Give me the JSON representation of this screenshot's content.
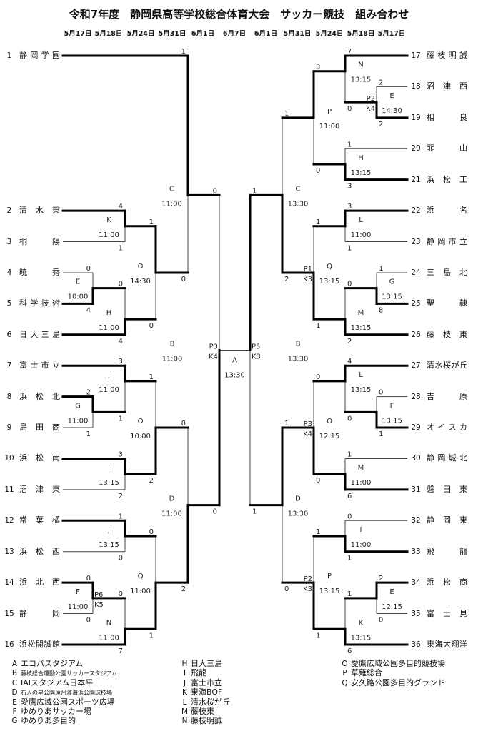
{
  "title": "令和7年度　静岡県高等学校総合体育大会　サッカー競技　組み合わせ",
  "dates": [
    "5月17日",
    "5月18日",
    "5月24日",
    "5月31日",
    "6月1日",
    "6月7日",
    "6月1日",
    "5月31日",
    "5月24日",
    "5月18日",
    "5月17日"
  ],
  "teams": [
    {
      "no": "1",
      "name": "静岡学園"
    },
    {
      "no": "2",
      "name": "清水東"
    },
    {
      "no": "3",
      "name": "桐陽"
    },
    {
      "no": "4",
      "name": "暁秀"
    },
    {
      "no": "5",
      "name": "科学技術"
    },
    {
      "no": "6",
      "name": "日大三島"
    },
    {
      "no": "7",
      "name": "富士市立"
    },
    {
      "no": "8",
      "name": "浜松北"
    },
    {
      "no": "9",
      "name": "島田商"
    },
    {
      "no": "10",
      "name": "浜松南"
    },
    {
      "no": "11",
      "name": "沼津東"
    },
    {
      "no": "12",
      "name": "常葉橘"
    },
    {
      "no": "13",
      "name": "浜松西"
    },
    {
      "no": "14",
      "name": "浜北西"
    },
    {
      "no": "15",
      "name": "静岡"
    },
    {
      "no": "16",
      "name": "浜松開誠館"
    },
    {
      "no": "17",
      "name": "藤枝明誠"
    },
    {
      "no": "18",
      "name": "沼津西"
    },
    {
      "no": "19",
      "name": "相良"
    },
    {
      "no": "20",
      "name": "韮山"
    },
    {
      "no": "21",
      "name": "浜松工"
    },
    {
      "no": "22",
      "name": "浜名"
    },
    {
      "no": "23",
      "name": "静岡市立"
    },
    {
      "no": "24",
      "name": "三島北"
    },
    {
      "no": "25",
      "name": "聖隷"
    },
    {
      "no": "26",
      "name": "藤枝東"
    },
    {
      "no": "27",
      "name": "清水桜が丘"
    },
    {
      "no": "28",
      "name": "吉原"
    },
    {
      "no": "29",
      "name": "オイスカ"
    },
    {
      "no": "30",
      "name": "静岡城北"
    },
    {
      "no": "31",
      "name": "磐田東"
    },
    {
      "no": "32",
      "name": "静岡東"
    },
    {
      "no": "33",
      "name": "飛龍"
    },
    {
      "no": "34",
      "name": "浜松商"
    },
    {
      "no": "35",
      "name": "富士見"
    },
    {
      "no": "36",
      "name": "東海大翔洋"
    }
  ],
  "matches": [
    {
      "id": "l-e",
      "venue": "E",
      "time": "10:00",
      "top": {
        "team": 4,
        "score": "0"
      },
      "bottom": {
        "team": 5,
        "score": "4"
      },
      "winner": "bottom"
    },
    {
      "id": "l-k",
      "venue": "K",
      "time": "11:00",
      "top": {
        "team": 2,
        "score": "4"
      },
      "bottom": {
        "team": 3,
        "score": "1"
      },
      "winner": "top"
    },
    {
      "id": "l-h",
      "venue": "H",
      "time": "11:00",
      "top": {
        "from": "l-e",
        "score": "0"
      },
      "bottom": {
        "team": 6,
        "score": "4"
      },
      "winner": "bottom"
    },
    {
      "id": "l-o1",
      "venue": "O",
      "time": "14:30",
      "top": {
        "from": "l-k",
        "score": "1"
      },
      "bottom": {
        "from": "l-h",
        "score": "0"
      },
      "winner": "top"
    },
    {
      "id": "l-c",
      "venue": "C",
      "time": "11:00",
      "top": {
        "team": 1,
        "score": "1"
      },
      "bottom": {
        "from": "l-o1",
        "score": "0"
      },
      "winner": "top"
    },
    {
      "id": "l-g",
      "venue": "G",
      "time": "11:00",
      "top": {
        "team": 8,
        "score": "2"
      },
      "bottom": {
        "team": 9,
        "score": "1"
      },
      "winner": "top"
    },
    {
      "id": "l-j1",
      "venue": "J",
      "time": "11:00",
      "top": {
        "team": 7,
        "score": "3"
      },
      "bottom": {
        "from": "l-g",
        "score": "1"
      },
      "winner": "top"
    },
    {
      "id": "l-i",
      "venue": "I",
      "time": "13:15",
      "top": {
        "team": 10,
        "score": "3"
      },
      "bottom": {
        "team": 11,
        "score": "2"
      },
      "winner": "top"
    },
    {
      "id": "l-o2",
      "venue": "O",
      "time": "10:00",
      "top": {
        "from": "l-j1",
        "score": "1"
      },
      "bottom": {
        "from": "l-i",
        "score": "2"
      },
      "winner": "bottom"
    },
    {
      "id": "l-j2",
      "venue": "J",
      "time": "13:15",
      "top": {
        "team": 12,
        "score": "1"
      },
      "bottom": {
        "team": 13,
        "score": "0"
      },
      "winner": "top"
    },
    {
      "id": "l-f",
      "venue": "F",
      "time": "11:00",
      "top": {
        "team": 14,
        "score": "0"
      },
      "bottom": {
        "team": 15,
        "score": "0"
      },
      "pk": [
        "P6",
        "K5"
      ],
      "winner": "top"
    },
    {
      "id": "l-n",
      "venue": "N",
      "time": "11:00",
      "top": {
        "from": "l-f",
        "score": "0"
      },
      "bottom": {
        "team": 16,
        "score": "7"
      },
      "winner": "bottom"
    },
    {
      "id": "l-q",
      "venue": "Q",
      "time": "11:00",
      "top": {
        "from": "l-j2",
        "score": "0"
      },
      "bottom": {
        "from": "l-n",
        "score": "1"
      },
      "winner": "bottom"
    },
    {
      "id": "l-d",
      "venue": "D",
      "time": "11:00",
      "top": {
        "from": "l-o2",
        "score": "0"
      },
      "bottom": {
        "from": "l-q",
        "score": "2"
      },
      "winner": "bottom"
    },
    {
      "id": "l-b",
      "venue": "B",
      "time": "11:00",
      "top": {
        "from": "l-c",
        "score": "0"
      },
      "bottom": {
        "from": "l-d",
        "score": "0"
      },
      "pk": [
        "P3",
        "K4"
      ],
      "winner": "bottom"
    },
    {
      "id": "r-e1",
      "venue": "E",
      "time": "14:30",
      "top": {
        "team": 18,
        "score": "2"
      },
      "bottom": {
        "team": 19,
        "score": "2"
      },
      "pk": [
        "P2",
        "K4"
      ],
      "winner": "bottom"
    },
    {
      "id": "r-n",
      "venue": "N",
      "time": "13:15",
      "top": {
        "team": 17,
        "score": "7"
      },
      "bottom": {
        "from": "r-e1",
        "score": "0"
      },
      "winner": "top"
    },
    {
      "id": "r-h",
      "venue": "H",
      "time": "13:15",
      "top": {
        "team": 20,
        "score": "1"
      },
      "bottom": {
        "team": 21,
        "score": "3"
      },
      "winner": "bottom"
    },
    {
      "id": "r-p1",
      "venue": "P",
      "time": "11:00",
      "top": {
        "from": "r-n",
        "score": "3"
      },
      "bottom": {
        "from": "r-h",
        "score": "0"
      },
      "winner": "top"
    },
    {
      "id": "r-l1",
      "venue": "L",
      "time": "11:00",
      "top": {
        "team": 22,
        "score": "3"
      },
      "bottom": {
        "team": 23,
        "score": "1"
      },
      "winner": "top"
    },
    {
      "id": "r-g",
      "venue": "G",
      "time": "13:15",
      "top": {
        "team": 24,
        "score": "1"
      },
      "bottom": {
        "team": 25,
        "score": "8"
      },
      "winner": "bottom"
    },
    {
      "id": "r-m1",
      "venue": "M",
      "time": "13:15",
      "top": {
        "from": "r-g",
        "score": "0"
      },
      "bottom": {
        "team": 26,
        "score": "2"
      },
      "winner": "bottom"
    },
    {
      "id": "r-q",
      "venue": "Q",
      "time": "13:15",
      "top": {
        "from": "r-l1",
        "score": "1"
      },
      "bottom": {
        "from": "r-m1",
        "score": "1"
      },
      "pk": [
        "P1",
        "K3"
      ],
      "winner": "bottom"
    },
    {
      "id": "r-c",
      "venue": "C",
      "time": "13:30",
      "top": {
        "from": "r-p1",
        "score": "1"
      },
      "bottom": {
        "from": "r-q",
        "score": "2"
      },
      "winner": "bottom"
    },
    {
      "id": "r-f",
      "venue": "F",
      "time": "13:15",
      "top": {
        "team": 28,
        "score": "0"
      },
      "bottom": {
        "team": 29,
        "score": "1"
      },
      "winner": "bottom"
    },
    {
      "id": "r-l2",
      "venue": "L",
      "time": "13:15",
      "top": {
        "team": 27,
        "score": "4"
      },
      "bottom": {
        "from": "r-f",
        "score": "0"
      },
      "winner": "top"
    },
    {
      "id": "r-m2",
      "venue": "M",
      "time": "11:00",
      "top": {
        "team": 30,
        "score": "1"
      },
      "bottom": {
        "team": 31,
        "score": "6"
      },
      "winner": "bottom"
    },
    {
      "id": "r-o",
      "venue": "O",
      "time": "12:15",
      "top": {
        "from": "r-l2",
        "score": "0"
      },
      "bottom": {
        "from": "r-m2",
        "score": "0"
      },
      "pk": [
        "P3",
        "K4"
      ],
      "winner": "bottom"
    },
    {
      "id": "r-i",
      "venue": "I",
      "time": "11:00",
      "top": {
        "team": 32,
        "score": "0"
      },
      "bottom": {
        "team": 33,
        "score": "1"
      },
      "winner": "bottom"
    },
    {
      "id": "r-e2",
      "venue": "E",
      "time": "12:15",
      "top": {
        "team": 34,
        "score": "2"
      },
      "bottom": {
        "team": 35,
        "score": "0"
      },
      "winner": "top"
    },
    {
      "id": "r-k",
      "venue": "K",
      "time": "13:15",
      "top": {
        "from": "r-e2",
        "score": "1"
      },
      "bottom": {
        "team": 36,
        "score": "6"
      },
      "winner": "bottom"
    },
    {
      "id": "r-p2",
      "venue": "P",
      "time": "13:15",
      "top": {
        "from": "r-i",
        "score": "1"
      },
      "bottom": {
        "from": "r-k",
        "score": "1"
      },
      "pk": [
        "P2",
        "K3"
      ],
      "winner": "bottom"
    },
    {
      "id": "r-d",
      "venue": "D",
      "time": "13:30",
      "top": {
        "from": "r-o",
        "score": "1"
      },
      "bottom": {
        "from": "r-p2",
        "score": "0"
      },
      "winner": "top"
    },
    {
      "id": "r-b",
      "venue": "B",
      "time": "13:30",
      "top": {
        "from": "r-c",
        "score": "1"
      },
      "bottom": {
        "from": "r-d",
        "score": "1"
      },
      "pk": [
        "P5",
        "K3"
      ],
      "winner": "top"
    }
  ],
  "final": {
    "venue": "A",
    "time": "13:30",
    "top": {
      "from": "l-b"
    },
    "bottom": {
      "from": "r-b"
    },
    "winner": null
  },
  "legend": [
    {
      "code": "A",
      "name": "エコパスタジアム"
    },
    {
      "code": "B",
      "name": "藤枝総合運動公園サッカースタジアム"
    },
    {
      "code": "C",
      "name": "IAIスタジアム日本平"
    },
    {
      "code": "D",
      "name": "石人の星公園遠州灘海浜公園球技場"
    },
    {
      "code": "E",
      "name": "愛鷹広域公園スポーツ広場"
    },
    {
      "code": "F",
      "name": "ゆめりあサッカー場"
    },
    {
      "code": "G",
      "name": "ゆめりあ多目的"
    },
    {
      "code": "H",
      "name": "日大三島"
    },
    {
      "code": "I",
      "name": "飛龍"
    },
    {
      "code": "J",
      "name": "富士市立"
    },
    {
      "code": "K",
      "name": "東海BOF"
    },
    {
      "code": "L",
      "name": "清水桜が丘"
    },
    {
      "code": "M",
      "name": "藤枝東"
    },
    {
      "code": "N",
      "name": "藤枝明誠"
    },
    {
      "code": "O",
      "name": "愛鷹広域公園多目的競技場"
    },
    {
      "code": "P",
      "name": "草薙総合"
    },
    {
      "code": "Q",
      "name": "安久路公園多目的グランド"
    }
  ]
}
